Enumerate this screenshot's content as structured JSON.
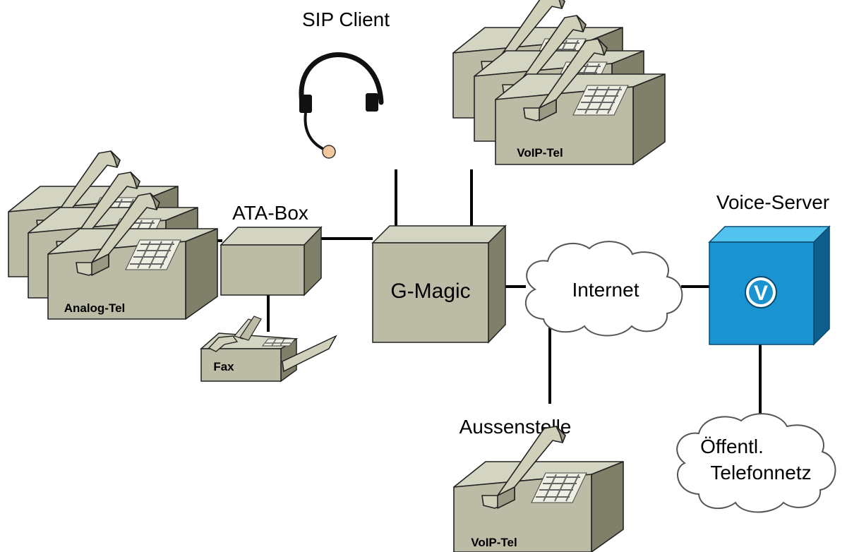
{
  "labels": {
    "sip_client": "SIP Client",
    "ata_box": "ATA-Box",
    "voice_server": "Voice-Server",
    "aussenstelle": "Aussenstelle"
  },
  "devices": {
    "gmagic": "G-Magic",
    "internet": "Internet",
    "pstn_line1": "Öffentl.",
    "pstn_line2": "Telefonnetz",
    "voip_tel_top": "VoIP-Tel",
    "analog_tel": "Analog-Tel",
    "fax": "Fax",
    "voip_tel_bottom": "VoIP-Tel",
    "server_logo": "V"
  },
  "colors": {
    "device_front": "#bcbca6",
    "device_top": "#d4d4c2",
    "device_side": "#80806a",
    "server_front": "#1b93d1",
    "server_top": "#52c2ee",
    "server_side": "#0c5f8c",
    "line": "#000000"
  }
}
